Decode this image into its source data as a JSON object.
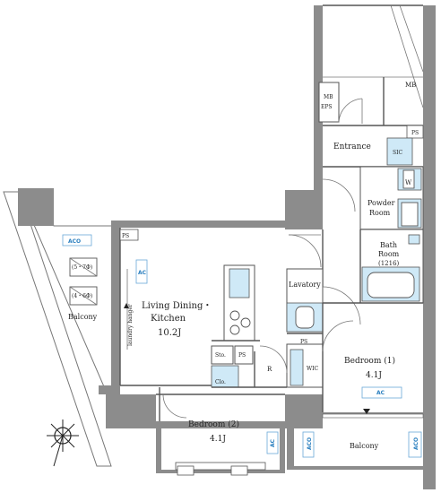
{
  "rooms": {
    "ldk": {
      "name": "Living Dining・",
      "name2": "Kitchen",
      "size": "10.2J"
    },
    "bedroom1": {
      "name": "Bedroom (1)",
      "size": "4.1J"
    },
    "bedroom2": {
      "name": "Bedroom (2)",
      "size": "4.1J"
    },
    "entrance": "Entrance",
    "powder_room": {
      "line1": "Powder",
      "line2": "Room"
    },
    "bath_room": {
      "line1": "Bath",
      "line2": "Room",
      "line3": "(1216)"
    },
    "lavatory": "Lavatory",
    "balcony_left": "Balcony",
    "balcony_bottom": "Balcony"
  },
  "labels": {
    "mb_top": "MB",
    "mb_eps_1": "MB",
    "mb_eps_2": "EPS",
    "ps_top": "PS",
    "ps_ldk": "PS",
    "ps_lav": "PS",
    "ps_sto": "PS",
    "sic": "SIC",
    "w": "W",
    "wic": "WIC",
    "sto": "Sto.",
    "clo": "Clo.",
    "r": "R",
    "laundry_hanger": "laundry hanger",
    "outdoor_unit_1": "(5・7Φ)",
    "outdoor_unit_2": "(4・6Φ)"
  },
  "ac_labels": {
    "ldk": "AC",
    "bedroom1": "AC",
    "bedroom2": "AC",
    "balcony_left": "ACO",
    "balcony_bottom_left": "ACO",
    "balcony_bottom_right": "ACO"
  },
  "icons": [
    "compass-rose-icon",
    "door-arrow-icon"
  ]
}
